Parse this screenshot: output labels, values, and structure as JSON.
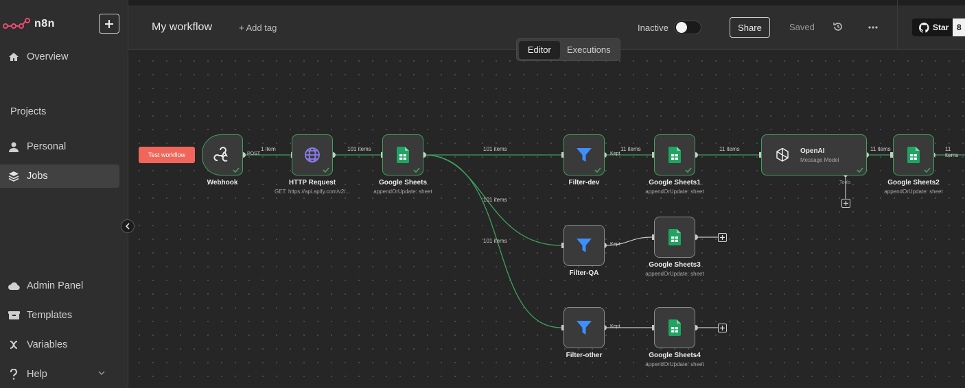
{
  "sidebar": {
    "logo": "n8n",
    "items": [
      {
        "label": "Overview",
        "icon": "home-icon"
      },
      {
        "label": "Personal",
        "icon": "user-icon"
      },
      {
        "label": "Jobs",
        "icon": "layers-icon"
      },
      {
        "label": "Admin Panel",
        "icon": "cloud-icon"
      },
      {
        "label": "Templates",
        "icon": "box-icon"
      },
      {
        "label": "Variables",
        "icon": "variable-icon"
      },
      {
        "label": "Help",
        "icon": "question-icon"
      }
    ],
    "section_title": "Projects"
  },
  "header": {
    "title": "My workflow",
    "add_tag": "+ Add tag",
    "status_label": "Inactive",
    "share": "Share",
    "saved": "Saved",
    "star": "Star",
    "star_count": "8"
  },
  "tabs": [
    "Editor",
    "Executions"
  ],
  "canvas": {
    "test_button": "Test workflow",
    "nodes": [
      {
        "label": "Webhook",
        "sub": ""
      },
      {
        "label": "HTTP Request",
        "sub": "GET: https://api.apify.com/v2/..."
      },
      {
        "label": "Google Sheets",
        "sub": "appendOrUpdate: sheet"
      },
      {
        "label": "Filter-dev",
        "sub": ""
      },
      {
        "label": "Google Sheets1",
        "sub": "appendOrUpdate: sheet"
      },
      {
        "label": "OpenAI",
        "sub": "Message Model"
      },
      {
        "label": "Google Sheets2",
        "sub": "appendOrUpdate: sheet"
      },
      {
        "label": "Filter-QA",
        "sub": ""
      },
      {
        "label": "Google Sheets3",
        "sub": "appendOrUpdate: sheet"
      },
      {
        "label": "Filter-other",
        "sub": ""
      },
      {
        "label": "Google Sheets4",
        "sub": "appendOrUpdate: sheet"
      }
    ],
    "wire_labels": {
      "post": "POST",
      "one_item": "1 item",
      "w101a": "101 items",
      "w101b": "101 items",
      "w101c": "101 items",
      "w101d": "101 items",
      "w11a": "11 items",
      "w11b": "11 items",
      "w11c": "11 items",
      "w11d": "11 items",
      "kept1": "Kept",
      "kept2": "Kept",
      "kept3": "Kept",
      "tools": "Tools"
    }
  },
  "colors": {
    "accent": "#f0665a",
    "success": "#3fa15d",
    "filter": "#3d8eff",
    "sheets": "#1fa463",
    "logo": "#ea4b71"
  }
}
